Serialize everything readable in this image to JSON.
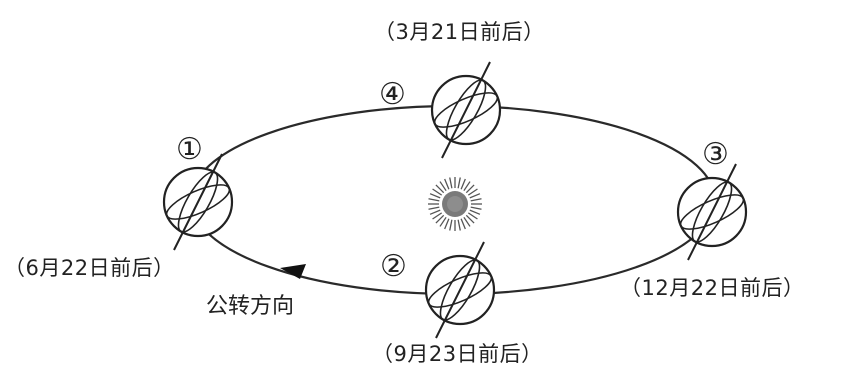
{
  "diagram": {
    "colors": {
      "line": "#2a2a2a",
      "sun": "#7a7a7a"
    },
    "positions": [
      {
        "number": "①",
        "date": "（6月22日前后）"
      },
      {
        "number": "②",
        "date": "（9月23日前后）"
      },
      {
        "number": "③",
        "date": "（12月22日前后）"
      },
      {
        "number": "④",
        "date": "（3月21日前后）"
      }
    ],
    "direction_label": "公转方向",
    "sun_icon": "sun-icon"
  }
}
